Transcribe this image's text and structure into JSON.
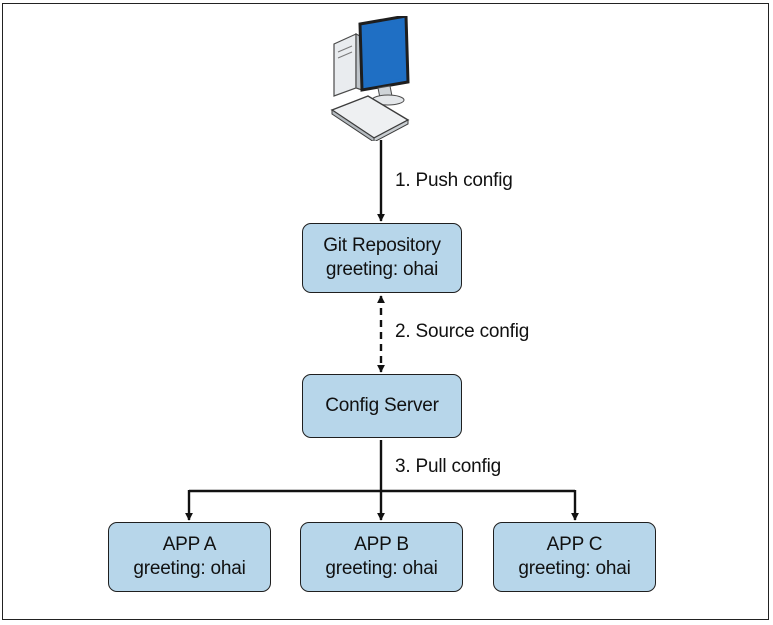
{
  "diagram": {
    "edges": {
      "push": "1. Push config",
      "source": "2. Source config",
      "pull": "3. Pull config"
    },
    "git": {
      "title": "Git Repository",
      "value": "greeting: ohai"
    },
    "server": {
      "title": "Config Server"
    },
    "apps": [
      {
        "title": "APP A",
        "value": "greeting: ohai"
      },
      {
        "title": "APP B",
        "value": "greeting: ohai"
      },
      {
        "title": "APP C",
        "value": "greeting: ohai"
      }
    ],
    "colors": {
      "node_fill": "#b7d6ea",
      "stroke": "#1f1f1f",
      "monitor_screen": "#1f6fc4"
    },
    "icons": {
      "client": "desktop-computer-icon"
    }
  }
}
